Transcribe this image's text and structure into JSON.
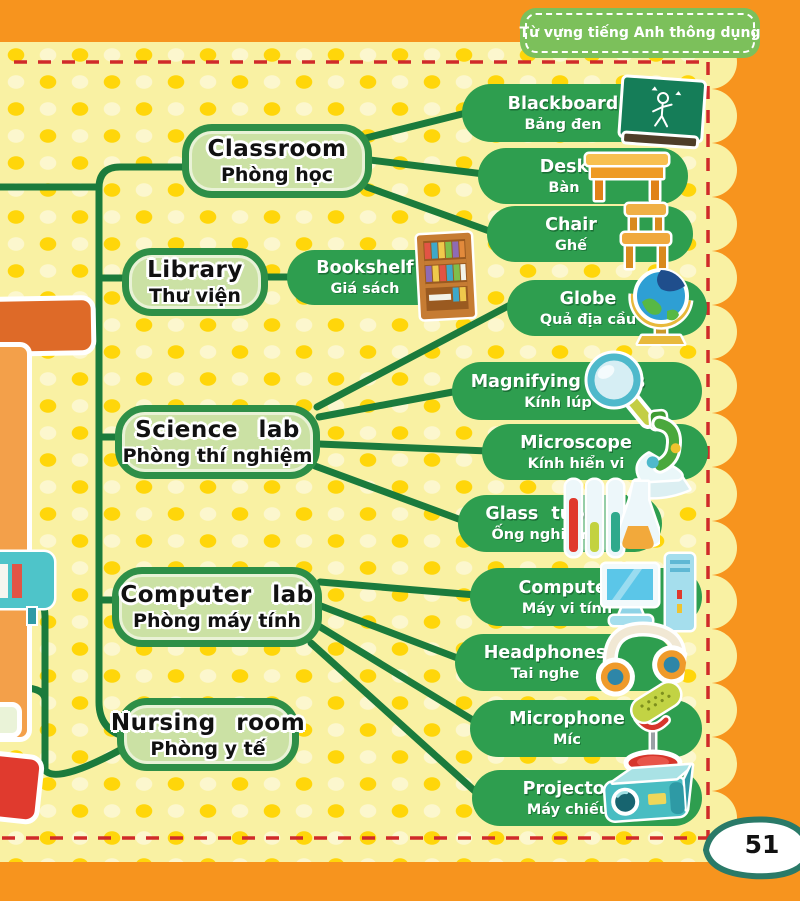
{
  "page": {
    "badge": "Từ vựng tiếng Anh thông dụng",
    "page_number": "51"
  },
  "colors": {
    "border_orange": "#F7941E",
    "paper_yellow": "#F9F1A3",
    "dot_bright": "#FFD60A",
    "dot_light": "#FCF7CE",
    "leaf_green": "#2E9E4F",
    "category_fill": "#CBE1A4",
    "category_border": "#2E8F47",
    "connector_green": "#1B7B3C",
    "badge_green": "#7CC05B",
    "dash_red": "#D02A2A"
  },
  "mindmap": {
    "categories": [
      {
        "en": "Classroom",
        "vi": "Phòng học"
      },
      {
        "en": "Library",
        "vi": "Thư viện"
      },
      {
        "en": "Science lab",
        "vi": "Phòng thí nghiệm"
      },
      {
        "en": "Computer lab",
        "vi": "Phòng máy tính"
      },
      {
        "en": "Nursing room",
        "vi": "Phòng y tế"
      }
    ],
    "items": [
      {
        "en": "Blackboard",
        "vi": "Bảng đen",
        "icon": "blackboard-icon",
        "parent": "Classroom"
      },
      {
        "en": "Desk",
        "vi": "Bàn",
        "icon": "desk-icon",
        "parent": "Classroom"
      },
      {
        "en": "Chair",
        "vi": "Ghế",
        "icon": "chair-icon",
        "parent": "Classroom"
      },
      {
        "en": "Globe",
        "vi": "Quả địa cầu",
        "icon": "globe-icon",
        "parent": "Science lab"
      },
      {
        "en": "Bookshelf",
        "vi": "Giá sách",
        "icon": "bookshelf-icon",
        "parent": "Library"
      },
      {
        "en": "Magnifying glass",
        "vi": "Kính lúp",
        "icon": "magnifying-glass-icon",
        "parent": "Science lab"
      },
      {
        "en": "Microscope",
        "vi": "Kính hiển vi",
        "icon": "microscope-icon",
        "parent": "Science lab"
      },
      {
        "en": "Glass tube",
        "vi": "Ống nghiệm",
        "icon": "glass-tube-icon",
        "parent": "Science lab"
      },
      {
        "en": "Computer",
        "vi": "Máy vi tính",
        "icon": "computer-icon",
        "parent": "Computer lab"
      },
      {
        "en": "Headphones",
        "vi": "Tai nghe",
        "icon": "headphones-icon",
        "parent": "Computer lab"
      },
      {
        "en": "Microphone",
        "vi": "Míc",
        "icon": "microphone-icon",
        "parent": "Computer lab"
      },
      {
        "en": "Projector",
        "vi": "Máy chiếu",
        "icon": "projector-icon",
        "parent": "Computer lab"
      }
    ]
  }
}
